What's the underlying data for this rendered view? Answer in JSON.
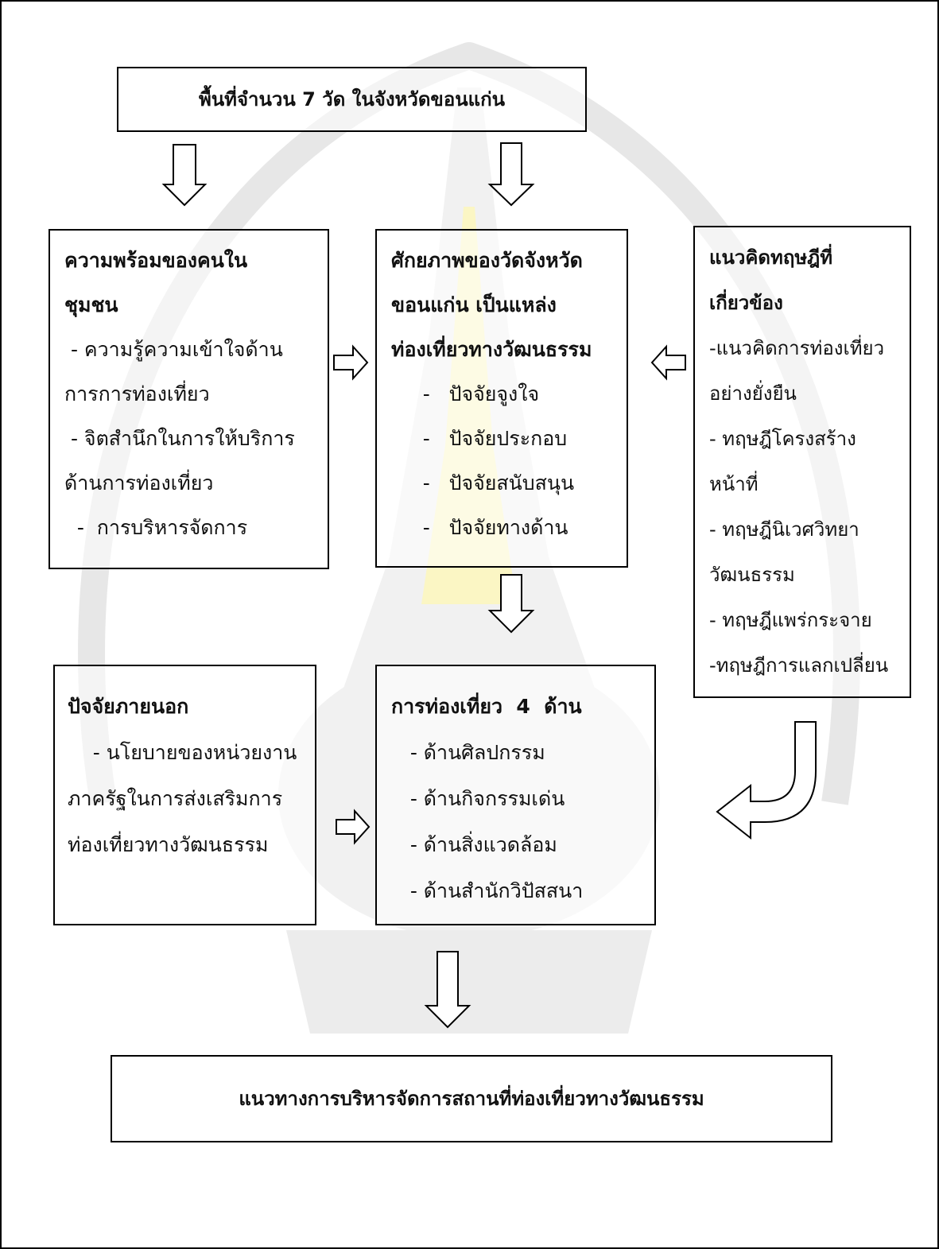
{
  "diagram": {
    "top_box": {
      "text": "พื้นที่จำนวน 7 วัด ในจังหวัดขอนแก่น"
    },
    "community_box": {
      "title_line1": "ความพร้อมของคนใน",
      "title_line2": "ชุมชน",
      "lines": [
        " - ความรู้ความเข้าใจด้าน",
        "การการท่องเที่ยว",
        " - จิตสำนึกในการให้บริการ",
        "ด้านการท่องเที่ยว",
        "  -  การบริหารจัดการ"
      ]
    },
    "potential_box": {
      "title_lines": [
        "ศักยภาพของวัดจังหวัด",
        "ขอนแก่น เป็นแหล่ง",
        "ท่องเที่ยวทางวัฒนธรรม"
      ],
      "lines": [
        "     -   ปัจจัยจูงใจ",
        "     -   ปัจจัยประกอบ",
        "     -   ปัจจัยสนับสนุน",
        "     -   ปัจจัยทางด้าน"
      ]
    },
    "theory_box": {
      "title_lines": [
        "แนวคิดทฤษฎีที่",
        "เกี่ยวข้อง"
      ],
      "lines": [
        "-แนวคิดการท่องเที่ยว",
        "อย่างยั่งยืน",
        "- ทฤษฎีโครงสร้าง",
        "หน้าที่",
        "- ทฤษฎีนิเวศวิทยา",
        "วัฒนธรรม",
        "- ทฤษฎีแพร่กระจาย",
        "-ทฤษฎีการแลกเปลี่ยน"
      ]
    },
    "external_box": {
      "title": "ปัจจัยภายนอก",
      "lines": [
        "    - นโยบายของหน่วยงาน",
        "ภาครัฐในการส่งเสริมการ",
        "ท่องเที่ยวทางวัฒนธรรม"
      ]
    },
    "tourism_box": {
      "title": "การท่องเที่ยว  4  ด้าน",
      "lines": [
        "   - ด้านศิลปกรรม",
        "   - ด้านกิจกรรมเด่น",
        "   - ด้านสิ่งแวดล้อม",
        "   - ด้านสำนักวิปัสสนา"
      ]
    },
    "bottom_box": {
      "text": "แนวทางการบริหารจัดการสถานที่ท่องเที่ยวทางวัฒนธรรม"
    }
  }
}
